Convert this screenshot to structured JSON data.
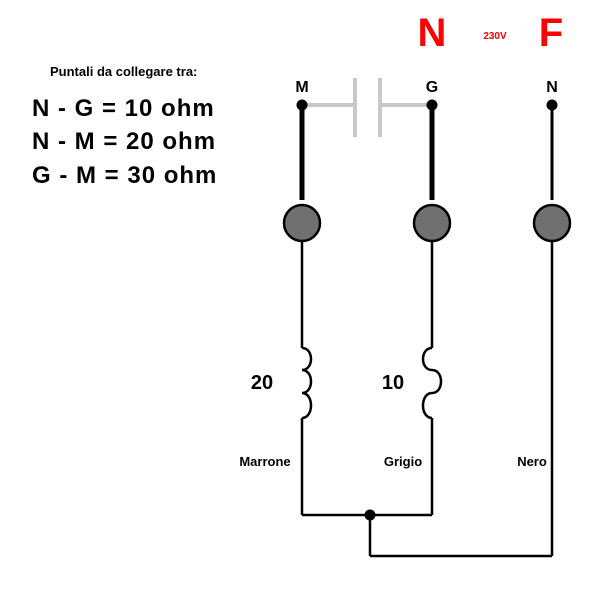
{
  "header": {
    "n_label": "N",
    "voltage": "230V",
    "f_label": "F"
  },
  "legend": {
    "title": "Puntali da collegare tra:",
    "lines": [
      "N - G = 10 ohm",
      "N - M = 20 ohm",
      "G - M = 30 ohm"
    ]
  },
  "terminals": {
    "m": "M",
    "g": "G",
    "n": "N"
  },
  "coils": {
    "left_value": "20",
    "middle_value": "10"
  },
  "wires": {
    "left": "Marrone",
    "middle": "Grigio",
    "right": "Nero"
  },
  "colors": {
    "accent": "#ff0000",
    "wire": "#000000",
    "capacitor": "#c8c8c8",
    "connector_fill": "#707070"
  }
}
